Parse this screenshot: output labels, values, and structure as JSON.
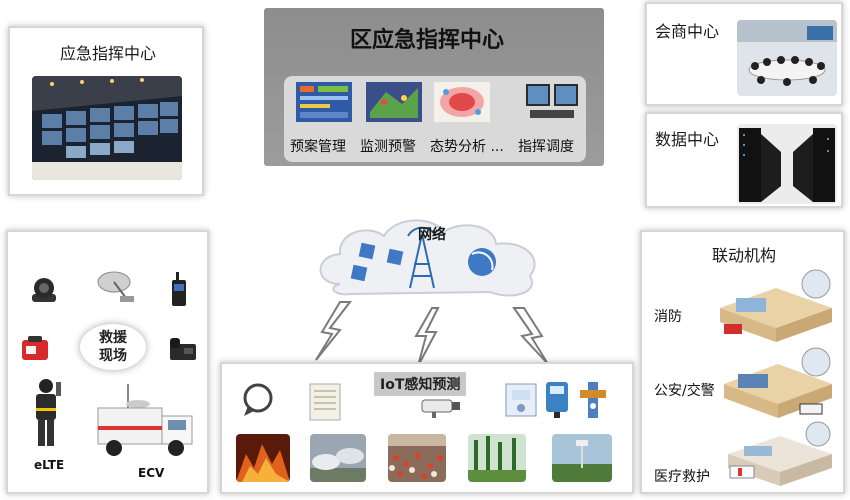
{
  "left_center": {
    "title": "应急指挥中心"
  },
  "district_center": {
    "title": "区应急指挥中心",
    "modules": [
      {
        "label": "预案管理"
      },
      {
        "label": "监测预警"
      },
      {
        "label": "态势分析 ..."
      },
      {
        "label": "指挥调度"
      }
    ]
  },
  "meeting_center": {
    "title": "会商中心"
  },
  "data_center": {
    "title": "数据中心"
  },
  "rescue_site": {
    "title": "救援\n现场",
    "title_line1": "救援",
    "title_line2": "现场",
    "elte_label": "eLTE",
    "ecv_label": "ECV"
  },
  "network": {
    "title": "网络"
  },
  "iot": {
    "title": "IoT感知预测"
  },
  "linkage": {
    "title": "联动机构",
    "items": [
      {
        "label": "消防"
      },
      {
        "label": "公安/交警"
      },
      {
        "label": "医疗救护"
      }
    ]
  },
  "colors": {
    "panel_border": "#d6d6d6",
    "cloud": "#eef0f4",
    "dark_panel": "#4a4a4a"
  }
}
